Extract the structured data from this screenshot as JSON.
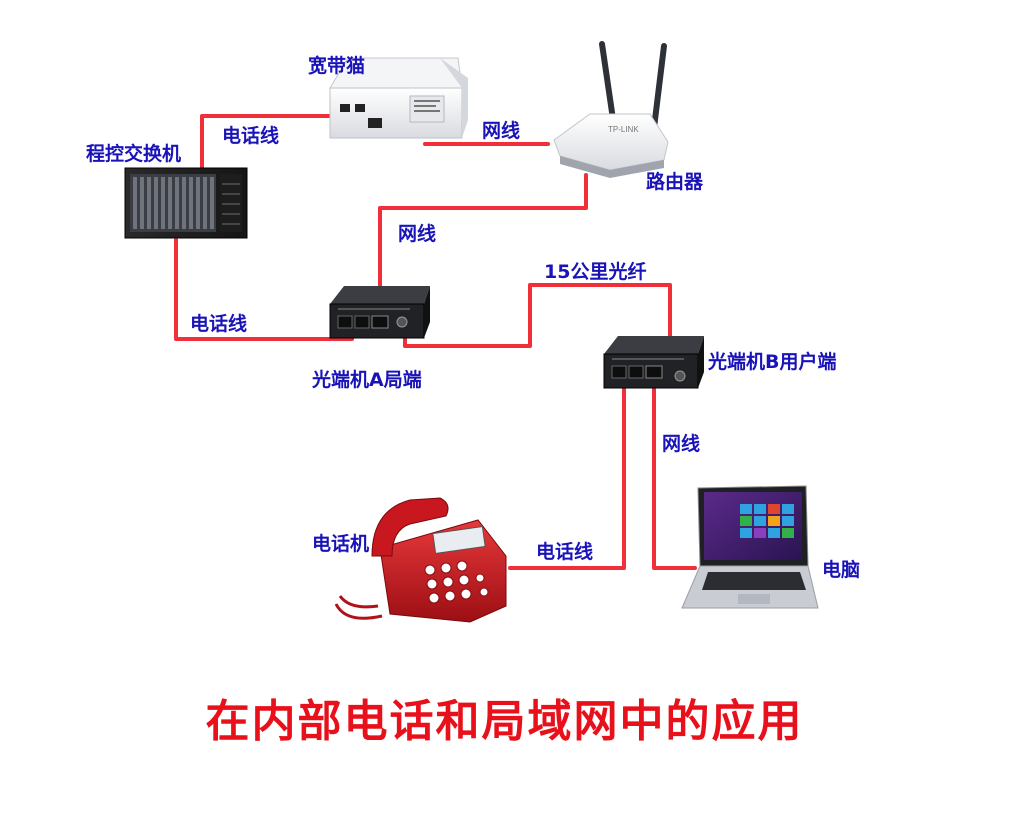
{
  "title": "在内部电话和局域网中的应用",
  "colors": {
    "line": "#f02f39",
    "label": "#1a14b8",
    "title": "#e8101a"
  },
  "devices": {
    "pbx": {
      "label": "程控交换机",
      "icon": "pbx-rack-icon"
    },
    "modem": {
      "label": "宽带猫",
      "icon": "modem-icon"
    },
    "router": {
      "label": "路由器",
      "icon": "wifi-router-icon"
    },
    "converter_a": {
      "label": "光端机A局端",
      "icon": "fiber-converter-icon"
    },
    "converter_b": {
      "label": "光端机B用户端",
      "icon": "fiber-converter-icon"
    },
    "telephone": {
      "label": "电话机",
      "icon": "telephone-icon"
    },
    "computer": {
      "label": "电脑",
      "icon": "laptop-icon"
    }
  },
  "links": {
    "pbx_modem": "电话线",
    "modem_router": "网线",
    "router_converter_a": "网线",
    "pbx_converter_a": "电话线",
    "fiber": "15公里光纤",
    "converter_b_computer": "网线",
    "converter_b_telephone": "电话线"
  }
}
